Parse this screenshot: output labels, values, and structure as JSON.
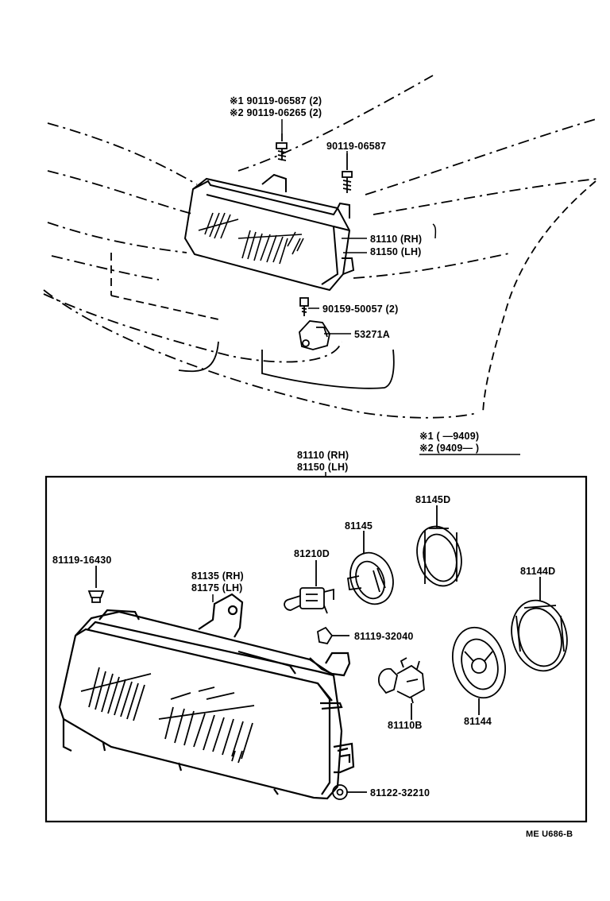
{
  "top_callouts": {
    "bolt_note_1": "※1 90119-06587 (2)",
    "bolt_note_2": "※2 90119-06265 (2)",
    "bolt_single": "90119-06587",
    "assy_rh": "81110 (RH)",
    "assy_lh": "81150 (LH)",
    "screw": "90159-50057 (2)",
    "bracket": "53271A"
  },
  "legend": {
    "line1": "※1 (      —9409)",
    "line2": "※2 (9409—      )"
  },
  "box_title": {
    "rh": "81110 (RH)",
    "lh": "81150 (LH)"
  },
  "detail_callouts": {
    "screw_top_left": "81119-16430",
    "bracket_rh": "81135 (RH)",
    "bracket_lh": "81175 (LH)",
    "bulb_small": "81210D",
    "socket_cover": "81145",
    "retainer_ring": "81145D",
    "retainer_ring_large": "81144D",
    "clip": "81119-32040",
    "bulb_main": "81110B",
    "cover": "81144",
    "nut": "81122-32210"
  },
  "footer": {
    "code": "ME   U686-B"
  }
}
